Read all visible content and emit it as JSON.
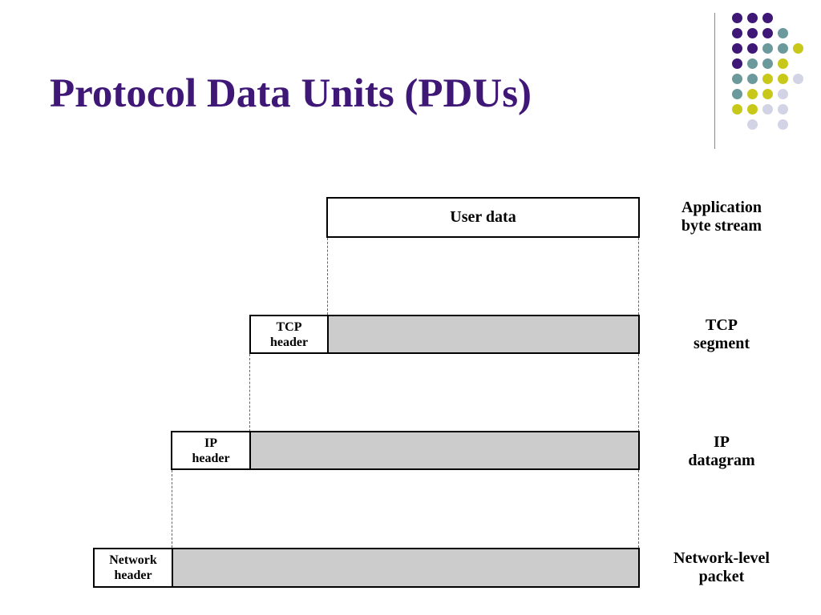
{
  "slide": {
    "title": "Protocol Data Units (PDUs)"
  },
  "decoration": {
    "colors": {
      "purple": "#3f1776",
      "teal": "#6c9a9c",
      "olive": "#c8c81a",
      "lavender": "#d3d3e6"
    }
  },
  "diagram": {
    "user_data": "User data",
    "tcp_header": [
      "TCP",
      "header"
    ],
    "ip_header": [
      "IP",
      "header"
    ],
    "network_header": [
      "Network",
      "header"
    ],
    "layer_labels": {
      "application": [
        "Application",
        "byte stream"
      ],
      "tcp": [
        "TCP",
        "segment"
      ],
      "ip": [
        "IP",
        "datagram"
      ],
      "network": [
        "Network-level",
        "packet"
      ]
    },
    "colors": {
      "payload_fill": "#cccccc",
      "header_fill": "#ffffff",
      "border": "#000000"
    }
  }
}
